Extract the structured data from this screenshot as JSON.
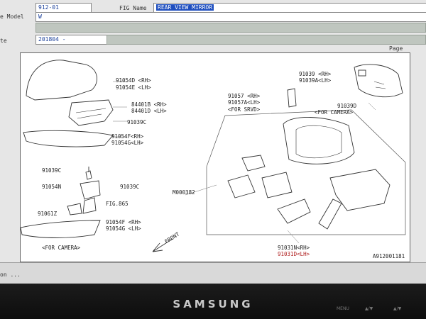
{
  "header": {
    "code": "912-01",
    "fig_label": "FIG Name",
    "fig_name": "REAR VIEW MIRROR",
    "model_label": "e Model",
    "model_value": "W",
    "date_label": "te",
    "date_value": "201804 -",
    "page_label": "Page"
  },
  "figure": {
    "parts": [
      {
        "id": "p1",
        "text": "91054D <RH>"
      },
      {
        "id": "p2",
        "text": "91054E <LH>"
      },
      {
        "id": "p3",
        "text": "84401B <RH>"
      },
      {
        "id": "p4",
        "text": "84401D <LH>"
      },
      {
        "id": "p5",
        "text": "91039C"
      },
      {
        "id": "p6",
        "text": "91054F<RH>"
      },
      {
        "id": "p7",
        "text": "91054G<LH>"
      },
      {
        "id": "p8",
        "text": "91039C"
      },
      {
        "id": "p9",
        "text": "91054N"
      },
      {
        "id": "p10",
        "text": "91039C"
      },
      {
        "id": "p11",
        "text": "FIG.865"
      },
      {
        "id": "p12",
        "text": "91061Z"
      },
      {
        "id": "p13",
        "text": "91054F <RH>"
      },
      {
        "id": "p14",
        "text": "91054G <LH>"
      },
      {
        "id": "p15",
        "text": "<FOR CAMERA>"
      },
      {
        "id": "p16",
        "text": "91057 <RH>"
      },
      {
        "id": "p17",
        "text": "91057A<LH>"
      },
      {
        "id": "p18",
        "text": "<FOR SRVD>"
      },
      {
        "id": "p19",
        "text": "91039 <RH>"
      },
      {
        "id": "p20",
        "text": "91039A<LH>"
      },
      {
        "id": "p21",
        "text": "91039D"
      },
      {
        "id": "p22",
        "text": "<FOR CAMERA>"
      },
      {
        "id": "p23",
        "text": "M000382"
      },
      {
        "id": "p24",
        "text": "91031N<RH>"
      },
      {
        "id": "p25",
        "text": "91031D<LH>"
      },
      {
        "id": "p26",
        "text": "FRONT"
      },
      {
        "id": "p27",
        "text": "A912001181"
      }
    ]
  },
  "status": {
    "text": "on ..."
  },
  "monitor": {
    "brand": "SAMSUNG",
    "buttons": [
      "MENU",
      "▲/▼",
      "▲/▼"
    ]
  },
  "colors": {
    "highlight": "#1f4fbf",
    "background": "#e6e6e6"
  }
}
